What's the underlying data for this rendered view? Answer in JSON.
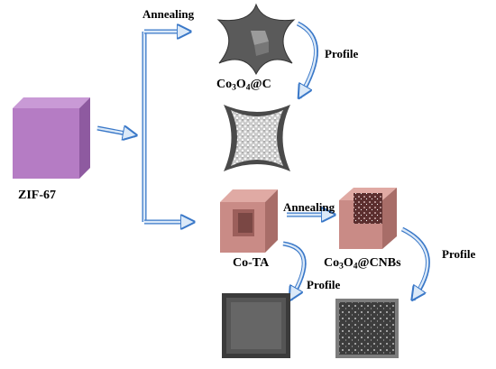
{
  "labels": {
    "annealing_top": "Annealing",
    "annealing_mid": "Annealing",
    "zif": "ZIF-67",
    "co3o4c": {
      "base": "Co",
      "sub1": "3",
      "mid": "O",
      "sub2": "4",
      "suffix": "@C"
    },
    "co3o4cnbs": {
      "base": "Co",
      "sub1": "3",
      "mid": "O",
      "sub2": "4",
      "suffix": "@CNBs"
    },
    "cota": "Co-TA",
    "profile_1": "Profile",
    "profile_2": "Profile",
    "profile_3": "Profile"
  },
  "colors": {
    "zif_front": "#b57cc4",
    "zif_top": "#c99ad6",
    "zif_side": "#8e5aa0",
    "cota_front": "#c98b86",
    "cota_inner": "#9c5f5b",
    "cota_top": "#e0aaa4",
    "star_fill": "#555555",
    "arrow_stroke": "#3a78c8",
    "arrow_fill": "#dbe9f8",
    "box_dark": "#4a4a4a"
  }
}
